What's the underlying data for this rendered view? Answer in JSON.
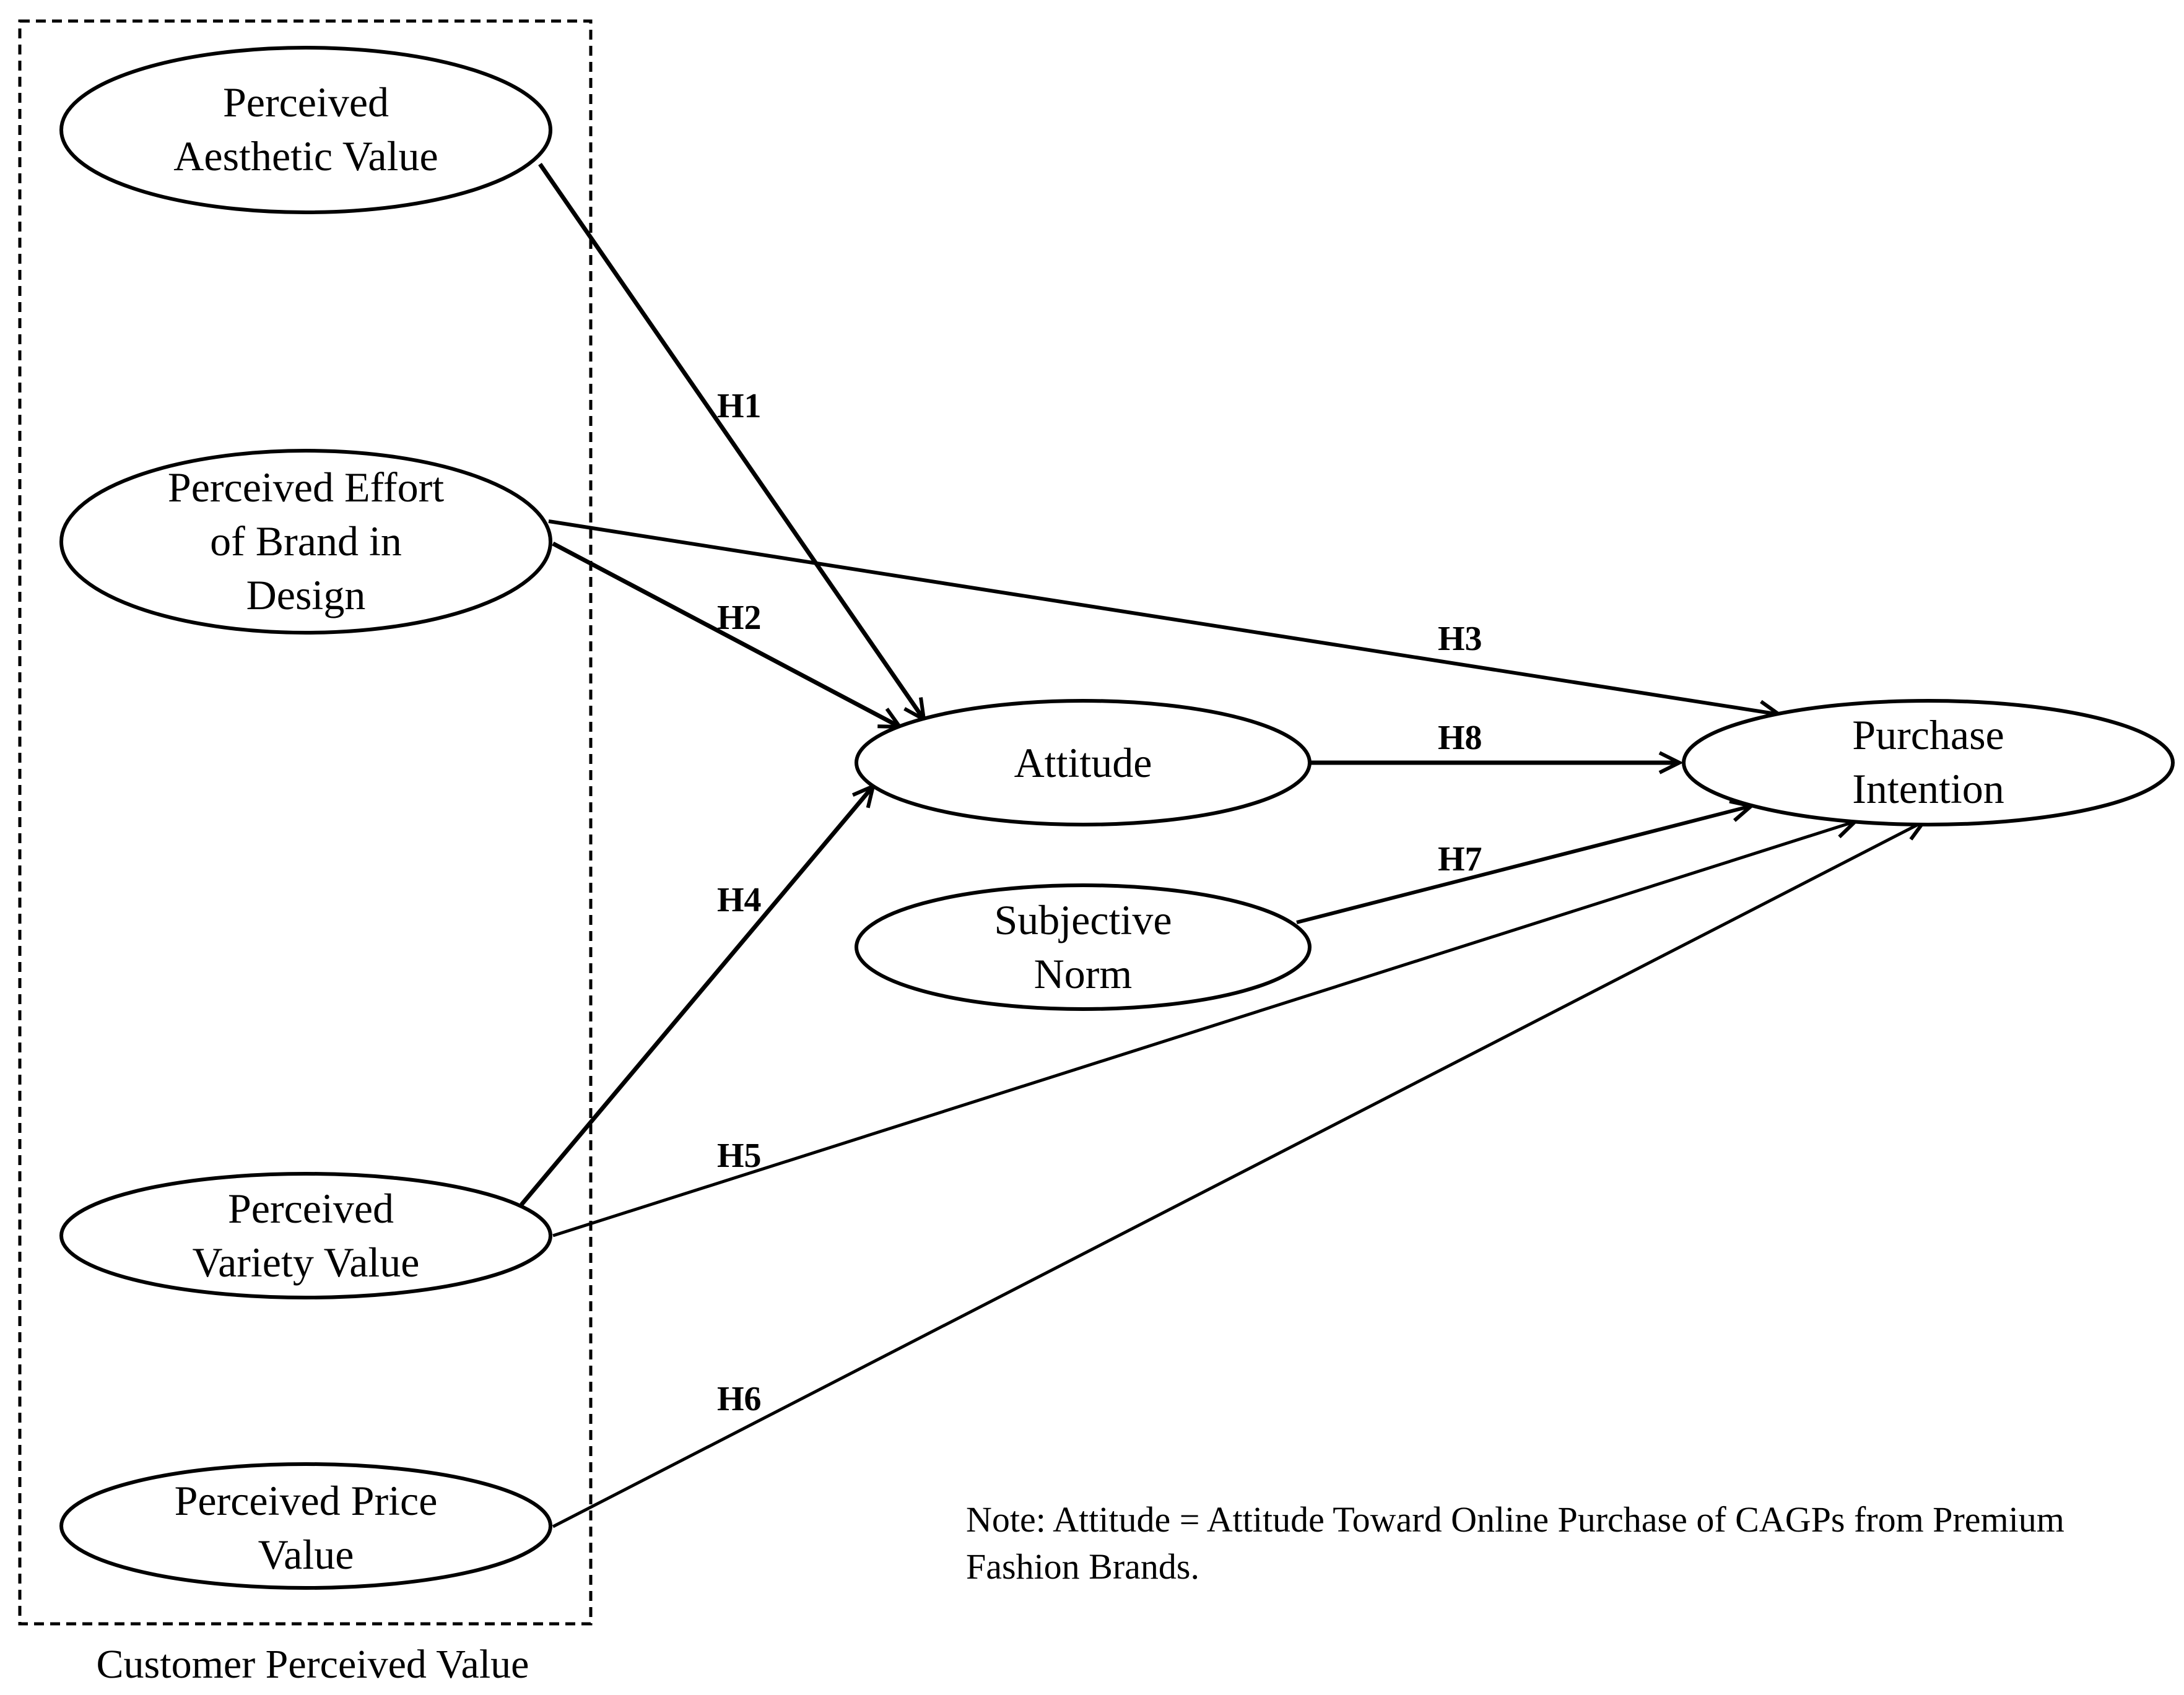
{
  "group": {
    "label": "Customer Perceived Value"
  },
  "nodes": {
    "aesthetic": {
      "lines": [
        "Perceived",
        "Aesthetic Value"
      ]
    },
    "effort": {
      "lines": [
        "Perceived Effort",
        "of Brand in",
        "Design"
      ]
    },
    "variety": {
      "lines": [
        "Perceived",
        "Variety Value"
      ]
    },
    "price": {
      "lines": [
        "Perceived Price",
        "Value"
      ]
    },
    "attitude": {
      "lines": [
        "Attitude"
      ]
    },
    "norm": {
      "lines": [
        "Subjective",
        "Norm"
      ]
    },
    "intention": {
      "lines": [
        "Purchase",
        "Intention"
      ]
    }
  },
  "paths": {
    "h1": {
      "label": "H1",
      "from": "Perceived Aesthetic Value",
      "to": "Attitude"
    },
    "h2": {
      "label": "H2",
      "from": "Perceived Effort of Brand in Design",
      "to": "Attitude"
    },
    "h3": {
      "label": "H3",
      "from": "Perceived Effort of Brand in Design",
      "to": "Purchase Intention"
    },
    "h4": {
      "label": "H4",
      "from": "Perceived Variety Value",
      "to": "Attitude"
    },
    "h5": {
      "label": "H5",
      "from": "Perceived Variety Value",
      "to": "Purchase Intention"
    },
    "h6": {
      "label": "H6",
      "from": "Perceived Price Value",
      "to": "Purchase Intention"
    },
    "h7": {
      "label": "H7",
      "from": "Subjective Norm",
      "to": "Purchase Intention"
    },
    "h8": {
      "label": "H8",
      "from": "Attitude",
      "to": "Purchase Intention"
    }
  },
  "note": {
    "lines": [
      "Note: Attitude = Attitude Toward Online Purchase of CAGPs from Premium",
      "Fashion Brands."
    ]
  }
}
